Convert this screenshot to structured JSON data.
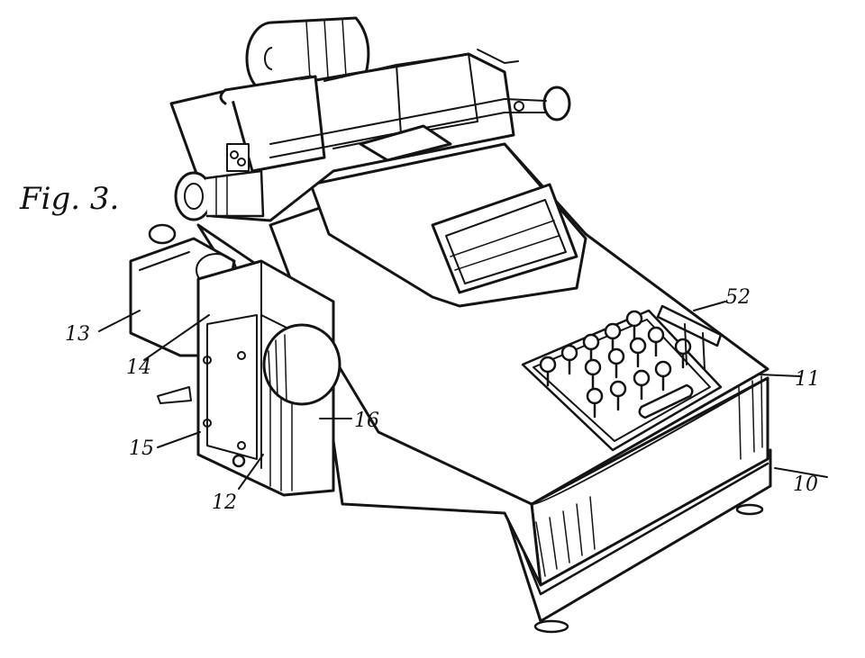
{
  "figure": {
    "title": "Fig. 3.",
    "ink_color": "#141414",
    "paper_color": "#ffffff"
  },
  "labels": [
    {
      "id": "10",
      "text": "10"
    },
    {
      "id": "11",
      "text": "11"
    },
    {
      "id": "12",
      "text": "12"
    },
    {
      "id": "13",
      "text": "13"
    },
    {
      "id": "14",
      "text": "14"
    },
    {
      "id": "15",
      "text": "15"
    },
    {
      "id": "16",
      "text": "16"
    },
    {
      "id": "52",
      "text": "52"
    }
  ]
}
